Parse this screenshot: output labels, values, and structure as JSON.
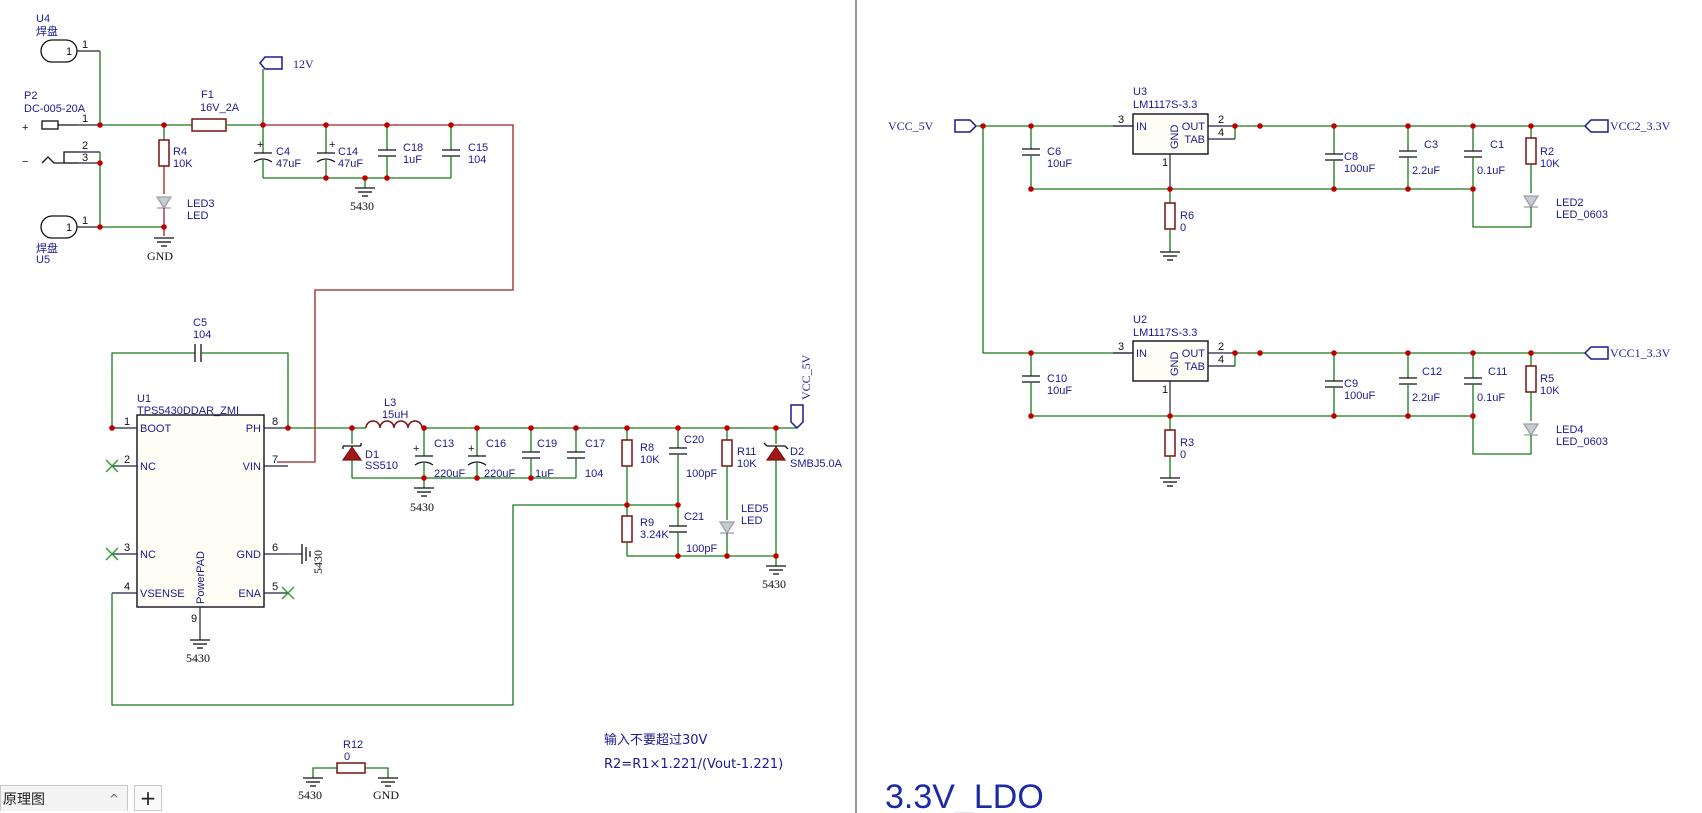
{
  "sheet": {
    "title_right": "3.3V_LDO",
    "notes": [
      "输入不要超过30V",
      "R2=R1×1.221/(Vout-1.221)"
    ]
  },
  "nets": {
    "v12": "12V",
    "vcc5": "VCC_5V",
    "vcc5_left": "VCC_5V",
    "vcc2": "VCC2_3.3V",
    "vcc1": "VCC1_3.3V",
    "gnd": "GND",
    "gnd5430": "5430"
  },
  "components": {
    "U4": {
      "ref": "U4",
      "value": "焊盘",
      "pin": "1"
    },
    "U5": {
      "ref": "U5",
      "value": "焊盘",
      "pin": "1"
    },
    "P2": {
      "ref": "P2",
      "value": "DC-005-20A",
      "pins": [
        "1",
        "2",
        "3"
      ]
    },
    "F1": {
      "ref": "F1",
      "value": "16V_2A"
    },
    "R4": {
      "ref": "R4",
      "value": "10K"
    },
    "LED3": {
      "ref": "LED3",
      "value": "LED"
    },
    "C4": {
      "ref": "C4",
      "value": "47uF"
    },
    "C14": {
      "ref": "C14",
      "value": "47uF"
    },
    "C18": {
      "ref": "C18",
      "value": "1uF"
    },
    "C15": {
      "ref": "C15",
      "value": "104"
    },
    "C5": {
      "ref": "C5",
      "value": "104"
    },
    "U1": {
      "ref": "U1",
      "value": "TPS5430DDAR_ZMI",
      "pins": {
        "boot": "BOOT",
        "nc2": "NC",
        "nc3": "NC",
        "vsense": "VSENSE",
        "ph": "PH",
        "vin": "VIN",
        "gnd": "GND",
        "ena": "ENA",
        "pad": "PowerPAD",
        "n1": "1",
        "n2": "2",
        "n3": "3",
        "n4": "4",
        "n5": "5",
        "n6": "6",
        "n7": "7",
        "n8": "8",
        "n9": "9"
      }
    },
    "L3": {
      "ref": "L3",
      "value": "15uH"
    },
    "D1": {
      "ref": "D1",
      "value": "SS510"
    },
    "C13": {
      "ref": "C13",
      "value": "220uF"
    },
    "C16": {
      "ref": "C16",
      "value": "220uF"
    },
    "C19": {
      "ref": "C19",
      "value": "1uF"
    },
    "C17": {
      "ref": "C17",
      "value": "104"
    },
    "R8": {
      "ref": "R8",
      "value": "10K"
    },
    "R9": {
      "ref": "R9",
      "value": "3.24K"
    },
    "C20": {
      "ref": "C20",
      "value": "100pF"
    },
    "C21": {
      "ref": "C21",
      "value": "100pF"
    },
    "R11": {
      "ref": "R11",
      "value": "10K"
    },
    "LED5": {
      "ref": "LED5",
      "value": "LED"
    },
    "D2": {
      "ref": "D2",
      "value": "SMBJ5.0A"
    },
    "R12": {
      "ref": "R12",
      "value": "0"
    },
    "U3": {
      "ref": "U3",
      "value": "LM1117S-3.3",
      "in": "IN",
      "out": "OUT",
      "gnd": "GND",
      "tab": "TAB",
      "p3": "3",
      "p2": "2",
      "p4": "4",
      "p1": "1"
    },
    "U2": {
      "ref": "U2",
      "value": "LM1117S-3.3",
      "in": "IN",
      "out": "OUT",
      "gnd": "GND",
      "tab": "TAB",
      "p3": "3",
      "p2": "2",
      "p4": "4",
      "p1": "1"
    },
    "C6": {
      "ref": "C6",
      "value": "10uF"
    },
    "R6": {
      "ref": "R6",
      "value": "0"
    },
    "C8": {
      "ref": "C8",
      "value": "100uF"
    },
    "C3": {
      "ref": "C3",
      "value": "2.2uF"
    },
    "C1": {
      "ref": "C1",
      "value": "0.1uF"
    },
    "R2": {
      "ref": "R2",
      "value": "10K"
    },
    "LED2": {
      "ref": "LED2",
      "value": "LED_0603"
    },
    "C10": {
      "ref": "C10",
      "value": "10uF"
    },
    "R3": {
      "ref": "R3",
      "value": "0"
    },
    "C9": {
      "ref": "C9",
      "value": "100uF"
    },
    "C12": {
      "ref": "C12",
      "value": "2.2uF"
    },
    "C11": {
      "ref": "C11",
      "value": "0.1uF"
    },
    "R5": {
      "ref": "R5",
      "value": "10K"
    },
    "LED4": {
      "ref": "LED4",
      "value": "LED_0603"
    }
  },
  "tabs": {
    "active_label": "原理图",
    "chevron": "^",
    "add_label": "+"
  },
  "colors": {
    "wire": "#1a7a1a",
    "wire_power": "#a02020",
    "text": "#1a1a90",
    "junction": "#c00000",
    "title": "#1a2aa8"
  }
}
